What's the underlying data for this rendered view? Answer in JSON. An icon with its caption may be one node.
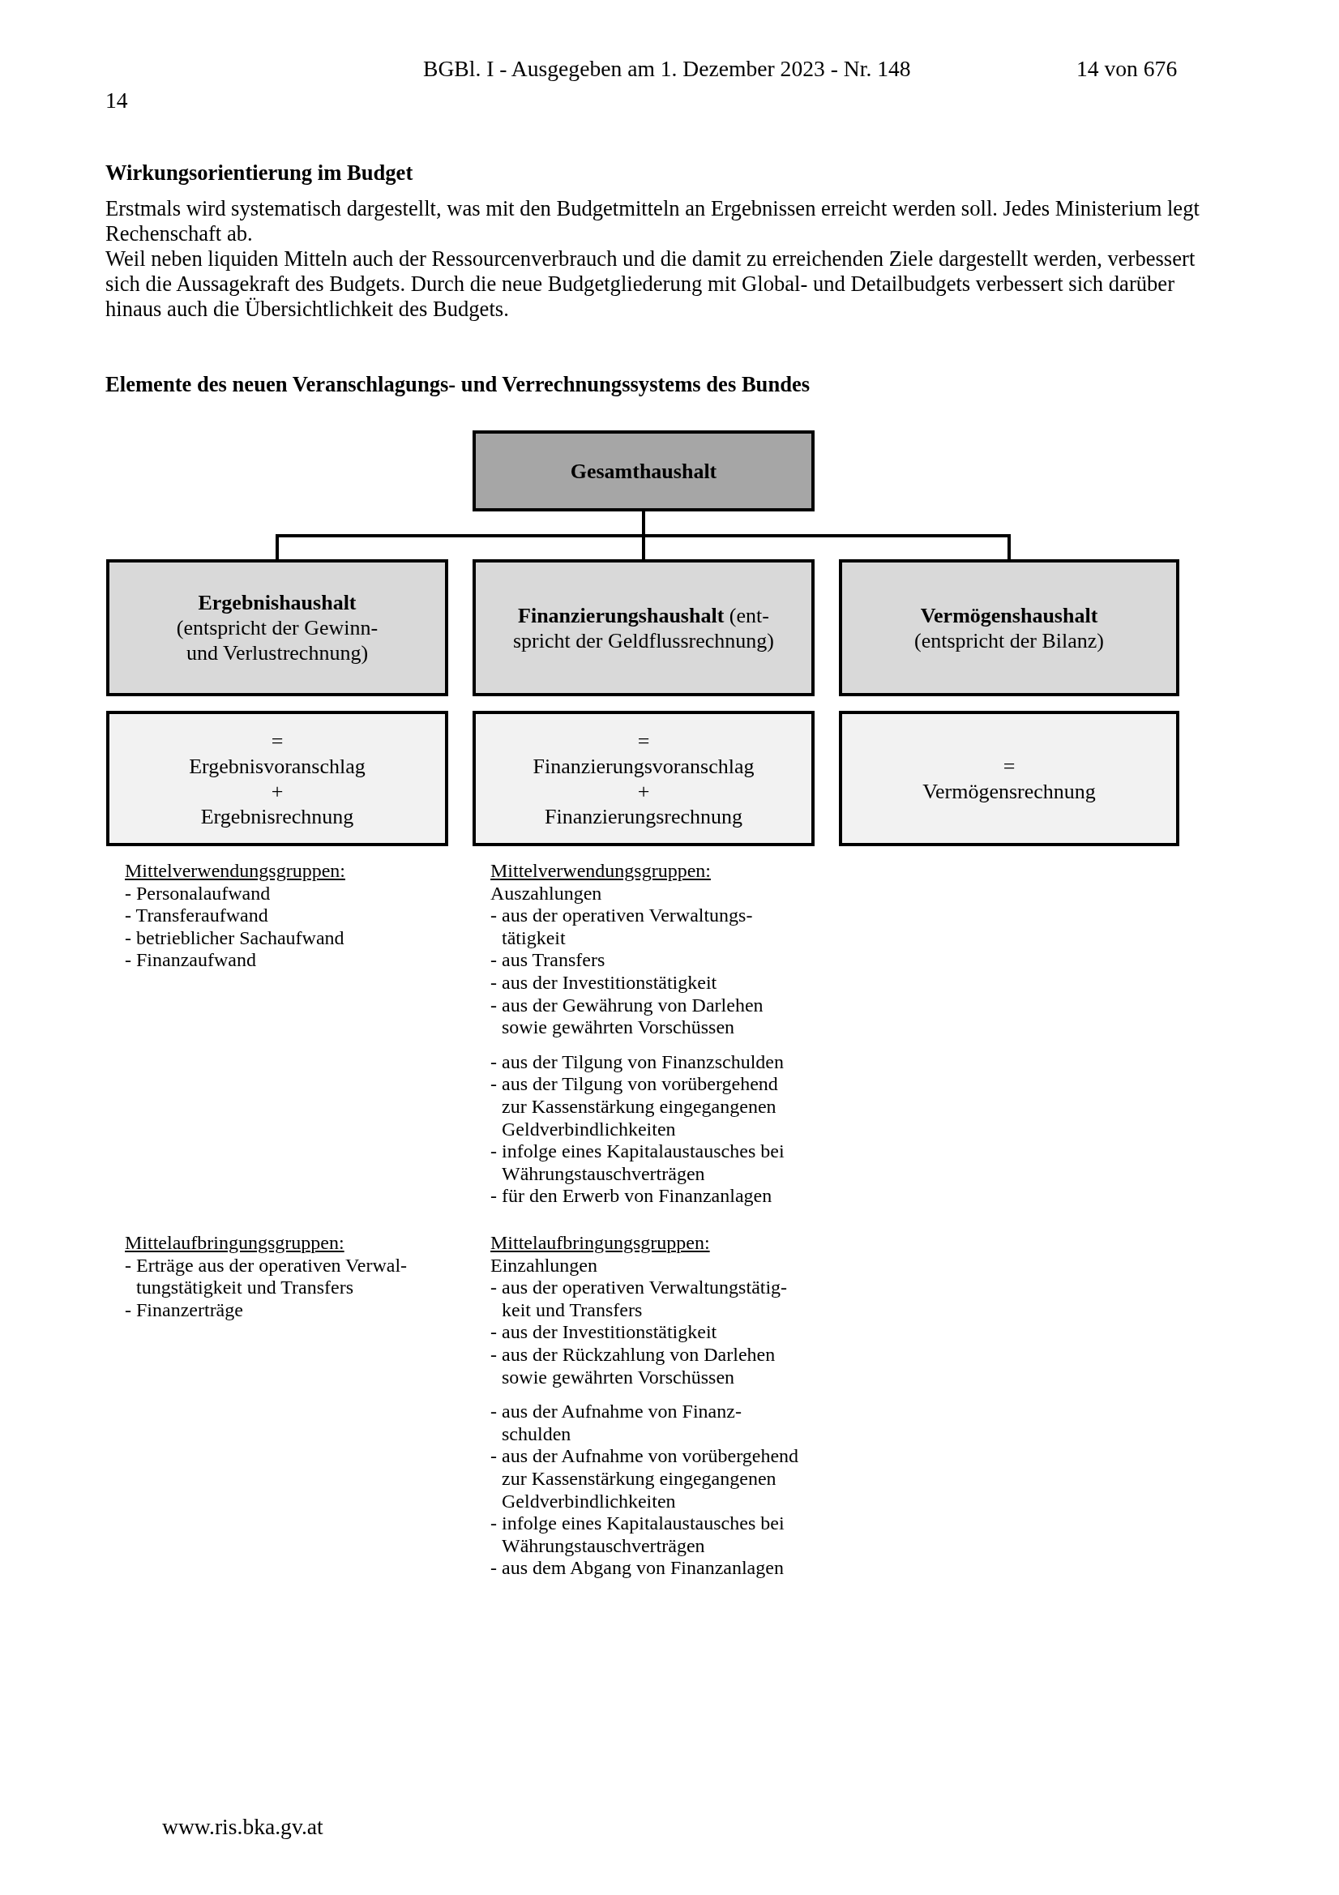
{
  "diagram": {
    "title": "Elemente des neuen Veranschlagungs- und Verrechnungssystems des Bundes",
    "nodes": [
      {
        "text": [
          "Gesamthaushalt"
        ]
      },
      {
        "text": [
          "Ergebnishaushalt",
          "(entspricht der Gewinn- und Verlustrechnung)"
        ]
      },
      {
        "text": [
          "**Finanzierungshaushalt** (ent- spricht der Geldflussrechnung)"
        ]
      },
      {
        "text": [
          "Vermögenshaushalt",
          "(entspricht der Bilanz)"
        ]
      },
      {
        "text": [
          "=",
          "Ergebnisvoranschlag",
          "+",
          "Ergebnisrechnung"
        ]
      },
      {
        "text": [
          "=",
          "Finanzierungsvoranschlag",
          "+",
          "Finanzierungsrechnung"
        ]
      },
      {
        "text": [
          "=",
          "Vermögensrechnung"
        ]
      }
    ],
    "edges": [
      {
        "from": 0,
        "to": 1,
        "arrow": "none"
      },
      {
        "from": 0,
        "to": 2,
        "arrow": "none"
      },
      {
        "from": 0,
        "to": 3,
        "arrow": "none"
      }
    ],
    "labels": [
      "BGBl. I - Ausgegeben am 1. Dezember 2023 - Nr. 148",
      "14 von 676",
      "14",
      "Wirkungsorientierung im Budget",
      "Erstmals wird systematisch dargestellt, was mit den Budgetmitteln an Ergebnissen erreicht werden soll. Jedes Ministerium legt Rechenschaft ab.",
      "Weil neben liquiden Mitteln auch der Ressourcenverbrauch und die damit zu erreichenden Ziele dargestellt werden, verbessert sich die Aussagekraft des Budgets. Durch die neue Budgetgliederung mit Global- und Detailbudgets verbessert sich darüber hinaus auch die Übersichtlichkeit des Budgets.",
      "Mittelverwendungsgruppen:",
      "- Personalaufwand",
      "- Transferaufwand",
      "- betrieblicher Sachaufwand",
      "- Finanzaufwand",
      "Mittelverwendungsgruppen:",
      "Auszahlungen",
      "- aus der operativen Verwaltungs- tätigkeit",
      "- aus Transfers",
      "- aus der Investitionstätigkeit",
      "- aus der Gewährung von Darlehen sowie gewährten Vorschüssen",
      "- aus der Tilgung von Finanzschulden",
      "- aus der Tilgung von vorübergehend zur Kassenstärkung eingegangenen Geldverbindlichkeiten",
      "- infolge eines Kapitalaustausches bei Währungstauschverträgen",
      "- für den Erwerb von Finanzanlagen",
      "Mittelaufbringungsgruppen:",
      "- Erträge aus der operativen Verwal- tungstätigkeit und Transfers",
      "- Finanzerträge",
      "Mittelaufbringungsgruppen:",
      "Einzahlungen",
      "- aus der operativen Verwaltungstätig- keit und Transfers",
      "- aus der Investitionstätigkeit",
      "- aus der Rückzahlung von Darlehen sowie gewährten Vorschüssen",
      "- aus der Aufnahme von Finanz- schulden",
      "- aus der Aufnahme von vorübergehend zur Kassenstärkung eingegangenen Geldverbindlichkeiten",
      "- infolge eines Kapitalaustausches bei Währungstauschverträgen",
      "- aus dem Abgang von Finanzanlagen",
      "www.ris.bka.gv.at"
    ]
  }
}
